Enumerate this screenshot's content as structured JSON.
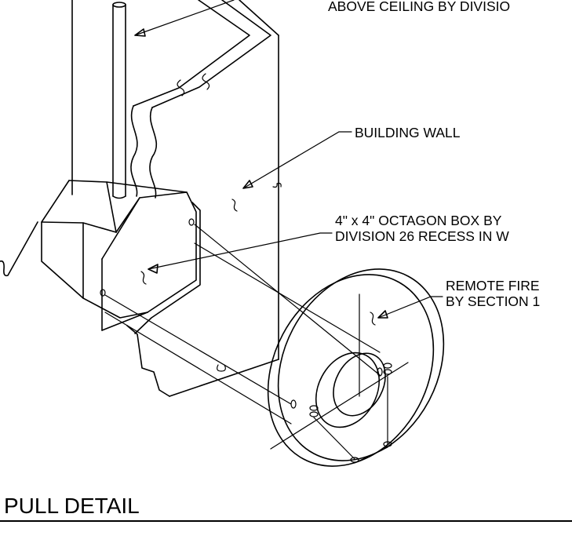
{
  "labels": {
    "ceiling": "ABOVE CEILING BY DIVISIO",
    "wall": "BUILDING WALL",
    "octagon_line1": "4\" x 4\" OCTAGON BOX BY",
    "octagon_line2": "DIVISION 26 RECESS IN W",
    "remote_line1": "REMOTE FIRE",
    "remote_line2": "BY SECTION 1"
  },
  "title": "PULL DETAIL"
}
